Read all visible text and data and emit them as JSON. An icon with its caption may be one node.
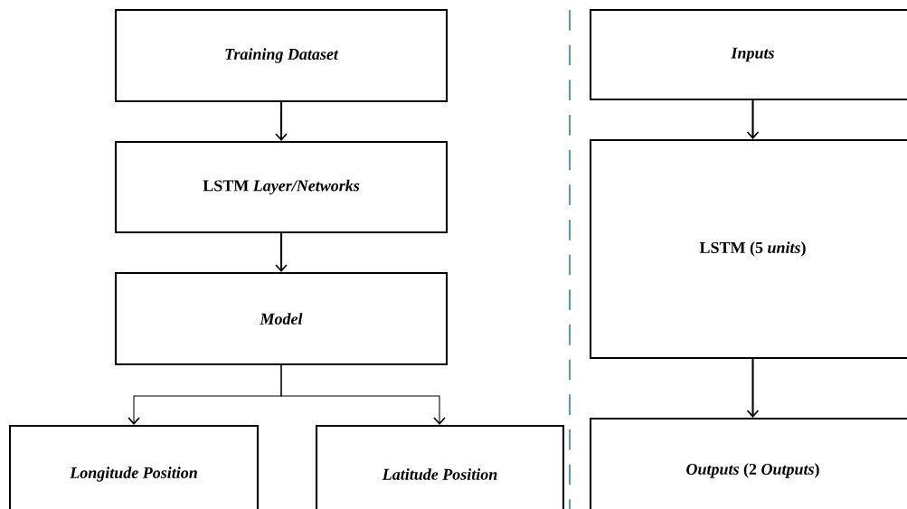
{
  "diagram": {
    "nodes": [
      {
        "text": [
          "Training Dataset"
        ]
      },
      {
        "text": [
          "LSTM *Layer/Networks*"
        ]
      },
      {
        "text": [
          "Model"
        ]
      },
      {
        "text": [
          "Longitude Position"
        ]
      },
      {
        "text": [
          "Latitude Position"
        ]
      },
      {
        "text": [
          "Inputs"
        ]
      },
      {
        "text": [
          "LSTM (5 *units*)"
        ]
      },
      {
        "text": [
          "*Outputs* (2 *Outputs*)"
        ]
      }
    ],
    "edges": [
      {
        "from": 0,
        "to": 1,
        "arrow": "to"
      },
      {
        "from": 1,
        "to": 2,
        "arrow": "to"
      },
      {
        "from": 2,
        "to": 3,
        "arrow": "to"
      },
      {
        "from": 2,
        "to": 4,
        "arrow": "to"
      },
      {
        "from": 5,
        "to": 6,
        "arrow": "to"
      },
      {
        "from": 6,
        "to": 7,
        "arrow": "to"
      }
    ]
  }
}
